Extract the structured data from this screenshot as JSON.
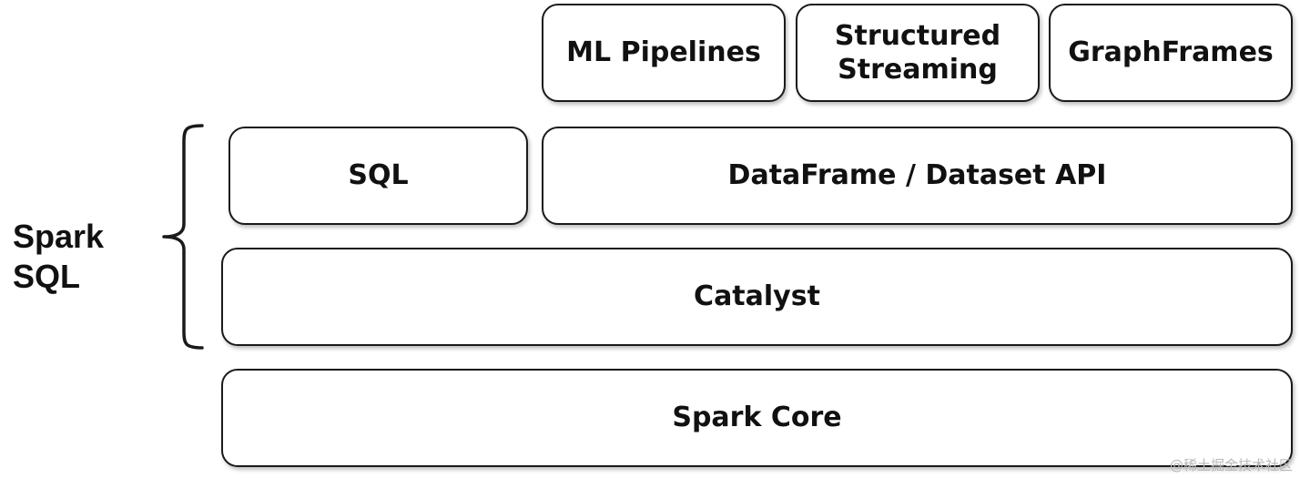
{
  "top_row": {
    "ml_pipelines": "ML Pipelines",
    "structured_streaming": [
      "Structured",
      "Streaming"
    ],
    "graphframes": "GraphFrames"
  },
  "api_row": {
    "sql": "SQL",
    "dataframe_api": "DataFrame / Dataset API"
  },
  "catalyst": "Catalyst",
  "spark_core": "Spark Core",
  "spark_sql_label": [
    "Spark",
    "SQL"
  ],
  "watermark": "@稀土掘金技术社区"
}
